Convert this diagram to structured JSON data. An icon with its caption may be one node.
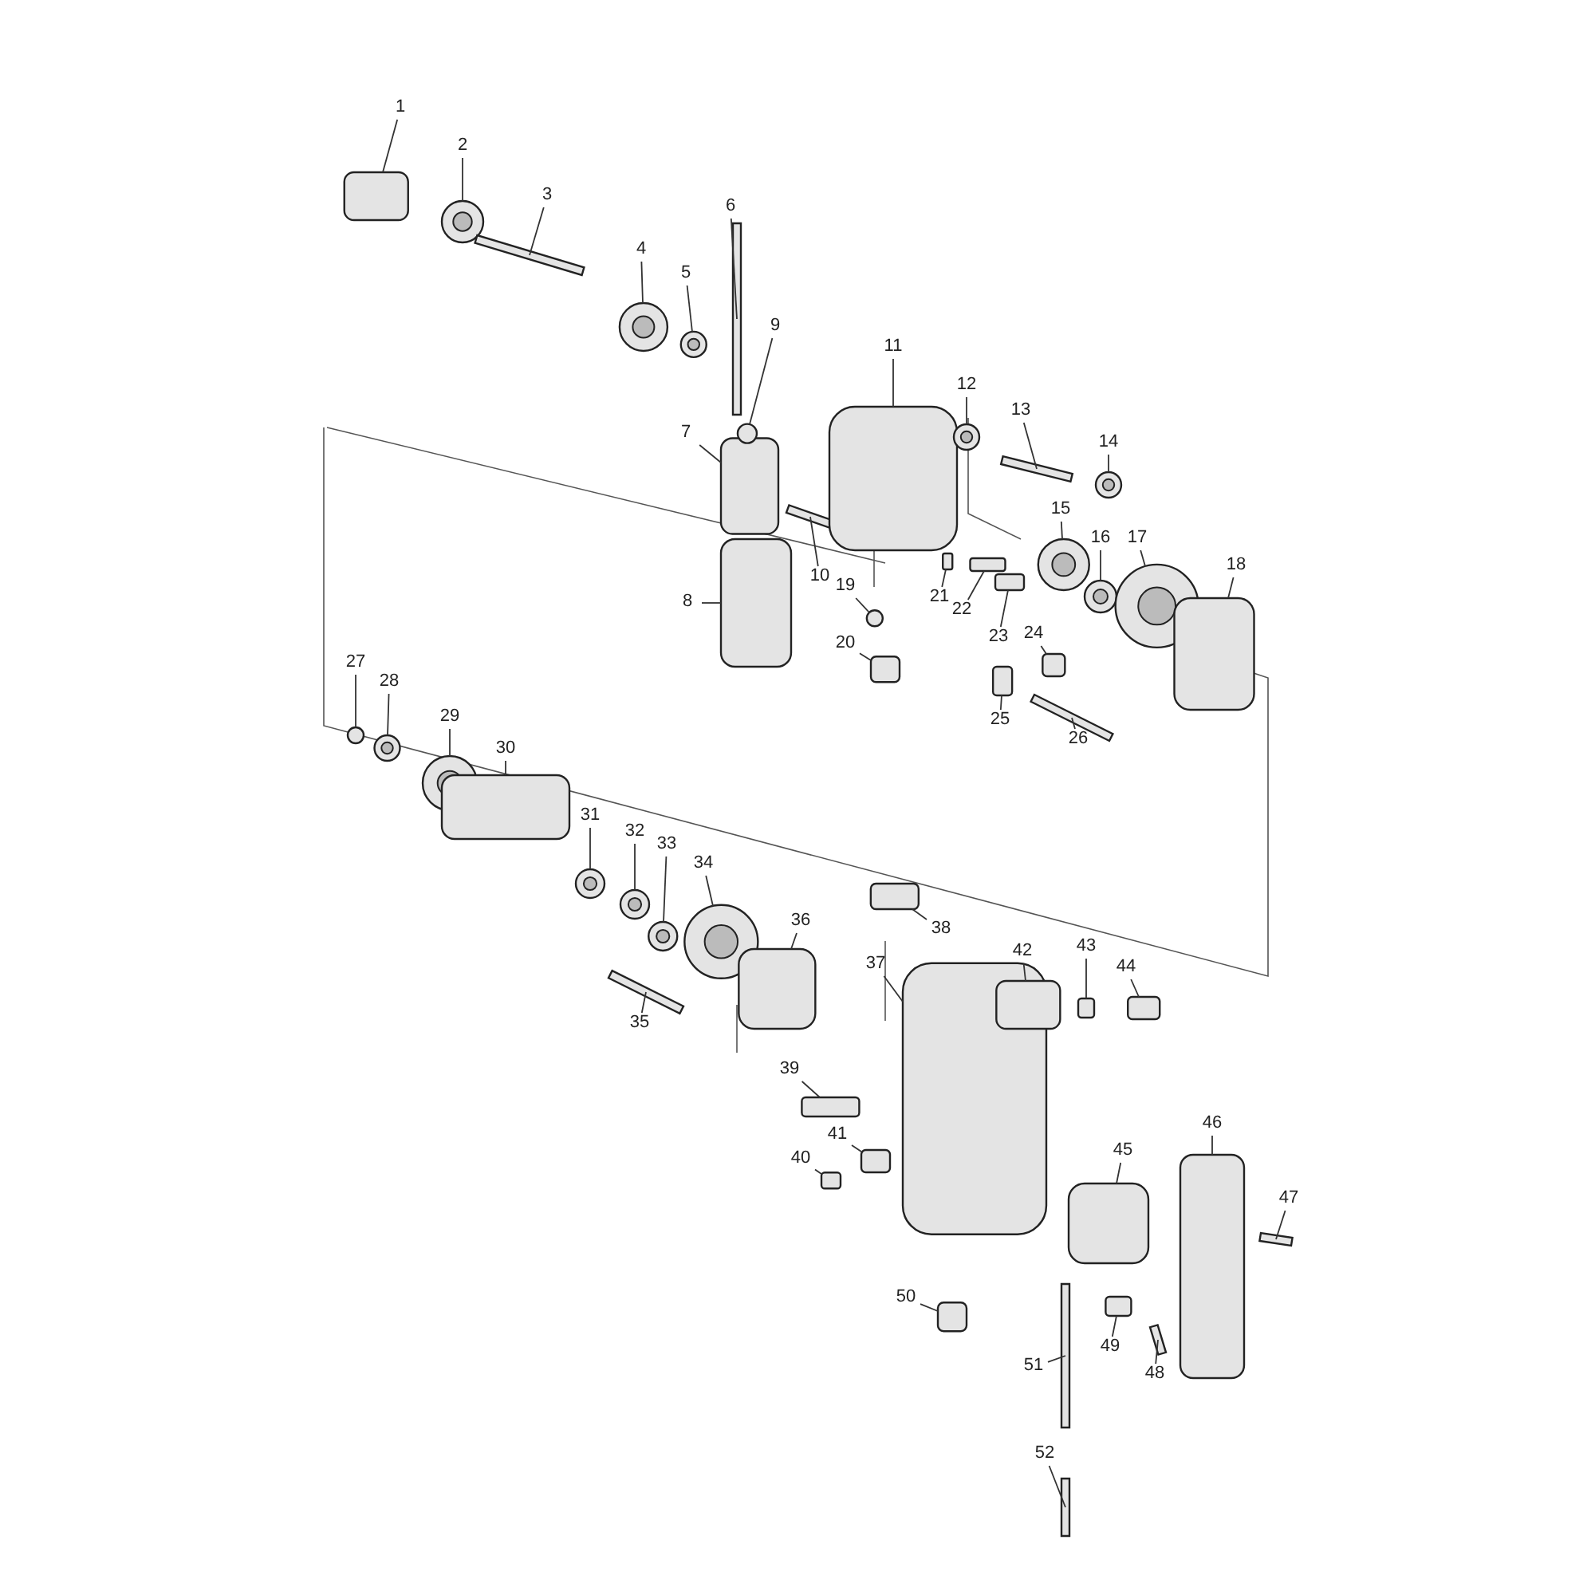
{
  "diagram": {
    "nodes": [
      {
        "text": [
          "1"
        ]
      },
      {
        "text": [
          "2"
        ]
      },
      {
        "text": [
          "3"
        ]
      },
      {
        "text": [
          "4"
        ]
      },
      {
        "text": [
          "5"
        ]
      },
      {
        "text": [
          "6"
        ]
      },
      {
        "text": [
          "7"
        ]
      },
      {
        "text": [
          "8"
        ]
      },
      {
        "text": [
          "9"
        ]
      },
      {
        "text": [
          "10"
        ]
      },
      {
        "text": [
          "11"
        ]
      },
      {
        "text": [
          "12"
        ]
      },
      {
        "text": [
          "13"
        ]
      },
      {
        "text": [
          "14"
        ]
      },
      {
        "text": [
          "15"
        ]
      },
      {
        "text": [
          "16"
        ]
      },
      {
        "text": [
          "17"
        ]
      },
      {
        "text": [
          "18"
        ]
      },
      {
        "text": [
          "19"
        ]
      },
      {
        "text": [
          "20"
        ]
      },
      {
        "text": [
          "21"
        ]
      },
      {
        "text": [
          "22"
        ]
      },
      {
        "text": [
          "23"
        ]
      },
      {
        "text": [
          "24"
        ]
      },
      {
        "text": [
          "25"
        ]
      },
      {
        "text": [
          "26"
        ]
      },
      {
        "text": [
          "27"
        ]
      },
      {
        "text": [
          "28"
        ]
      },
      {
        "text": [
          "29"
        ]
      },
      {
        "text": [
          "30"
        ]
      },
      {
        "text": [
          "31"
        ]
      },
      {
        "text": [
          "32"
        ]
      },
      {
        "text": [
          "33"
        ]
      },
      {
        "text": [
          "34"
        ]
      },
      {
        "text": [
          "35"
        ]
      },
      {
        "text": [
          "36"
        ]
      },
      {
        "text": [
          "37"
        ]
      },
      {
        "text": [
          "38"
        ]
      },
      {
        "text": [
          "39"
        ]
      },
      {
        "text": [
          "40"
        ]
      },
      {
        "text": [
          "41"
        ]
      },
      {
        "text": [
          "42"
        ]
      },
      {
        "text": [
          "43"
        ]
      },
      {
        "text": [
          "44"
        ]
      },
      {
        "text": [
          "45"
        ]
      },
      {
        "text": [
          "46"
        ]
      },
      {
        "text": [
          "47"
        ]
      },
      {
        "text": [
          "48"
        ]
      },
      {
        "text": [
          "49"
        ]
      },
      {
        "text": [
          "50"
        ]
      },
      {
        "text": [
          "51"
        ]
      },
      {
        "text": [
          "52"
        ]
      },
      {
        "text": [],
        "shape": "box"
      },
      {
        "text": [],
        "shape": "circle"
      },
      {
        "text": [],
        "shape": "bar"
      },
      {
        "text": [],
        "shape": "circle"
      },
      {
        "text": [],
        "shape": "circle"
      },
      {
        "text": [],
        "shape": "bar"
      },
      {
        "text": [],
        "shape": "box"
      },
      {
        "text": [],
        "shape": "box"
      },
      {
        "text": [],
        "shape": "circle"
      },
      {
        "text": [],
        "shape": "bar"
      },
      {
        "text": [],
        "shape": "box"
      },
      {
        "text": [],
        "shape": "circle"
      },
      {
        "text": [],
        "shape": "bar"
      },
      {
        "text": [],
        "shape": "circle"
      },
      {
        "text": [],
        "shape": "circle"
      },
      {
        "text": [],
        "shape": "circle"
      },
      {
        "text": [],
        "shape": "circle"
      },
      {
        "text": [],
        "shape": "box"
      },
      {
        "text": [],
        "shape": "circle"
      },
      {
        "text": [],
        "shape": "box"
      },
      {
        "text": [],
        "shape": "box"
      },
      {
        "text": [],
        "shape": "box"
      },
      {
        "text": [],
        "shape": "box"
      },
      {
        "text": [],
        "shape": "box"
      },
      {
        "text": [],
        "shape": "box"
      },
      {
        "text": [],
        "shape": "bar"
      },
      {
        "text": [],
        "shape": "circle"
      },
      {
        "text": [],
        "shape": "circle"
      },
      {
        "text": [],
        "shape": "circle"
      },
      {
        "text": [],
        "shape": "box"
      },
      {
        "text": [],
        "shape": "circle"
      },
      {
        "text": [],
        "shape": "circle"
      },
      {
        "text": [],
        "shape": "circle"
      },
      {
        "text": [],
        "shape": "circle"
      },
      {
        "text": [],
        "shape": "bar"
      },
      {
        "text": [],
        "shape": "box"
      },
      {
        "text": [],
        "shape": "box"
      },
      {
        "text": [],
        "shape": "box"
      },
      {
        "text": [],
        "shape": "box"
      },
      {
        "text": [],
        "shape": "box"
      },
      {
        "text": [],
        "shape": "box"
      },
      {
        "text": [],
        "shape": "box"
      },
      {
        "text": [],
        "shape": "box"
      },
      {
        "text": [],
        "shape": "box"
      },
      {
        "text": [],
        "shape": "box"
      },
      {
        "text": [],
        "shape": "box"
      },
      {
        "text": [],
        "shape": "bar"
      },
      {
        "text": [],
        "shape": "bar"
      },
      {
        "text": [],
        "shape": "box"
      },
      {
        "text": [],
        "shape": "box"
      },
      {
        "text": [],
        "shape": "bar"
      },
      {
        "text": [],
        "shape": "bar"
      }
    ],
    "edges": [
      {
        "from": 0,
        "to": 52,
        "arrow": "none"
      },
      {
        "from": 1,
        "to": 53,
        "arrow": "none"
      },
      {
        "from": 2,
        "to": 54,
        "arrow": "none"
      },
      {
        "from": 3,
        "to": 55,
        "arrow": "none"
      },
      {
        "from": 4,
        "to": 56,
        "arrow": "none"
      },
      {
        "from": 5,
        "to": 57,
        "arrow": "none"
      },
      {
        "from": 6,
        "to": 58,
        "arrow": "none"
      },
      {
        "from": 7,
        "to": 59,
        "arrow": "none"
      },
      {
        "from": 8,
        "to": 60,
        "arrow": "none"
      },
      {
        "from": 9,
        "to": 61,
        "arrow": "none"
      },
      {
        "from": 10,
        "to": 62,
        "arrow": "none"
      },
      {
        "from": 11,
        "to": 63,
        "arrow": "none"
      },
      {
        "from": 12,
        "to": 64,
        "arrow": "none"
      },
      {
        "from": 13,
        "to": 65,
        "arrow": "none"
      },
      {
        "from": 14,
        "to": 66,
        "arrow": "none"
      },
      {
        "from": 15,
        "to": 67,
        "arrow": "none"
      },
      {
        "from": 16,
        "to": 68,
        "arrow": "none"
      },
      {
        "from": 17,
        "to": 69,
        "arrow": "none"
      },
      {
        "from": 18,
        "to": 70,
        "arrow": "none"
      },
      {
        "from": 19,
        "to": 71,
        "arrow": "none"
      },
      {
        "from": 20,
        "to": 72,
        "arrow": "none"
      },
      {
        "from": 21,
        "to": 73,
        "arrow": "none"
      },
      {
        "from": 22,
        "to": 74,
        "arrow": "none"
      },
      {
        "from": 23,
        "to": 75,
        "arrow": "none"
      },
      {
        "from": 24,
        "to": 76,
        "arrow": "none"
      },
      {
        "from": 25,
        "to": 77,
        "arrow": "none"
      },
      {
        "from": 26,
        "to": 78,
        "arrow": "none"
      },
      {
        "from": 27,
        "to": 79,
        "arrow": "none"
      },
      {
        "from": 28,
        "to": 80,
        "arrow": "none"
      },
      {
        "from": 29,
        "to": 81,
        "arrow": "none"
      },
      {
        "from": 30,
        "to": 82,
        "arrow": "none"
      },
      {
        "from": 31,
        "to": 83,
        "arrow": "none"
      },
      {
        "from": 32,
        "to": 84,
        "arrow": "none"
      },
      {
        "from": 33,
        "to": 85,
        "arrow": "none"
      },
      {
        "from": 34,
        "to": 86,
        "arrow": "none"
      },
      {
        "from": 35,
        "to": 87,
        "arrow": "none"
      },
      {
        "from": 36,
        "to": 88,
        "arrow": "none"
      },
      {
        "from": 37,
        "to": 89,
        "arrow": "none"
      },
      {
        "from": 38,
        "to": 90,
        "arrow": "none"
      },
      {
        "from": 39,
        "to": 91,
        "arrow": "none"
      },
      {
        "from": 40,
        "to": 92,
        "arrow": "none"
      },
      {
        "from": 41,
        "to": 93,
        "arrow": "none"
      },
      {
        "from": 42,
        "to": 94,
        "arrow": "none"
      },
      {
        "from": 43,
        "to": 95,
        "arrow": "none"
      },
      {
        "from": 44,
        "to": 96,
        "arrow": "none"
      },
      {
        "from": 45,
        "to": 97,
        "arrow": "none"
      },
      {
        "from": 46,
        "to": 98,
        "arrow": "none"
      },
      {
        "from": 47,
        "to": 99,
        "arrow": "none"
      },
      {
        "from": 48,
        "to": 100,
        "arrow": "none"
      },
      {
        "from": 49,
        "to": 101,
        "arrow": "none"
      },
      {
        "from": 50,
        "to": 102,
        "arrow": "none"
      },
      {
        "from": 51,
        "to": 103,
        "arrow": "none"
      }
    ]
  }
}
